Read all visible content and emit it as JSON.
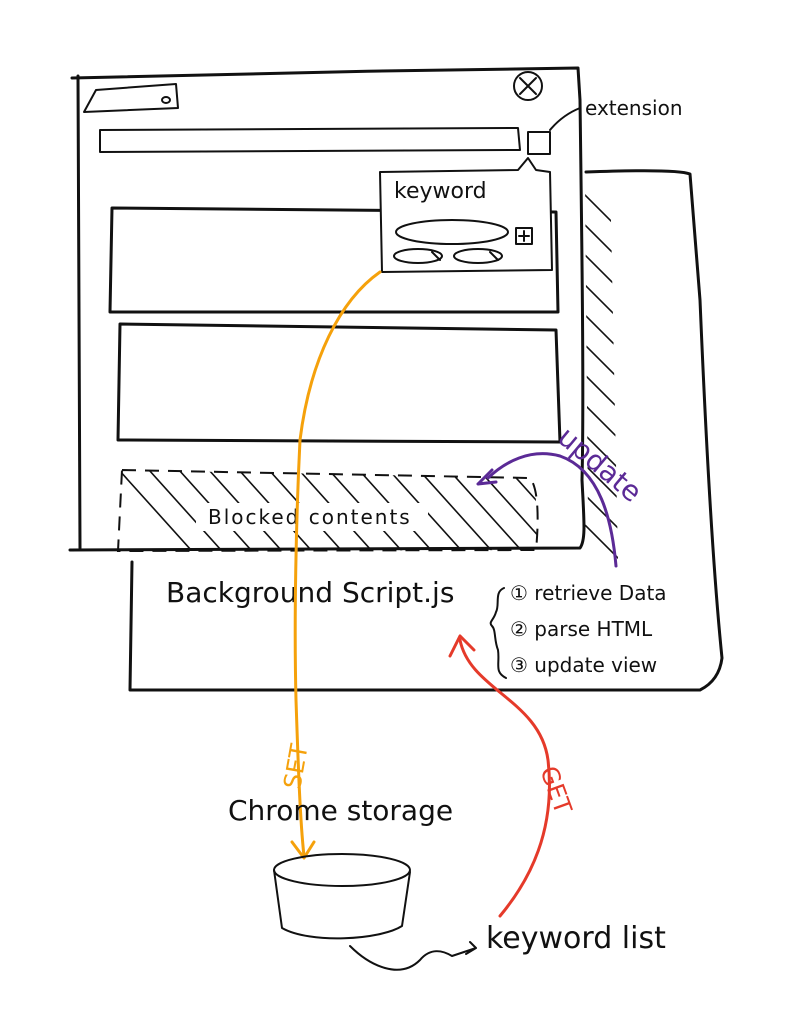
{
  "colors": {
    "ink": "#111111",
    "set_arrow": "#f5a10b",
    "get_arrow": "#e53a2a",
    "update_arrow": "#5b2a96"
  },
  "browser": {
    "close_icon": "close-icon",
    "extension_label": "extension"
  },
  "popup": {
    "title": "keyword",
    "add_icon": "plus-icon"
  },
  "blocked_label": "Blocked contents",
  "background": {
    "title": "Background Script.js",
    "steps": [
      "① retrieve Data",
      "② parse HTML",
      "③ update view"
    ]
  },
  "arrows": {
    "update": "update",
    "set": "SET",
    "get": "GET"
  },
  "storage": {
    "title": "Chrome storage",
    "list_label": "keyword list"
  }
}
